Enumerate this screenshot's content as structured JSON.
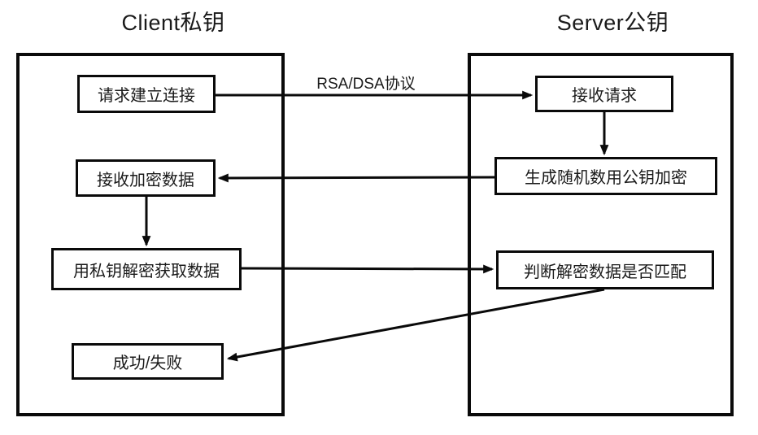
{
  "client": {
    "title": "Client私钥",
    "boxes": {
      "request": "请求建立连接",
      "receive_encrypted": "接收加密数据",
      "decrypt": "用私钥解密获取数据",
      "result": "成功/失败"
    }
  },
  "server": {
    "title": "Server公钥",
    "boxes": {
      "receive_request": "接收请求",
      "generate_random": "生成随机数用公钥加密",
      "check_match": "判断解密数据是否匹配"
    }
  },
  "arrows": {
    "request_label": "RSA/DSA协议"
  },
  "colors": {
    "stroke": "#0a0a0a",
    "background": "#ffffff"
  }
}
